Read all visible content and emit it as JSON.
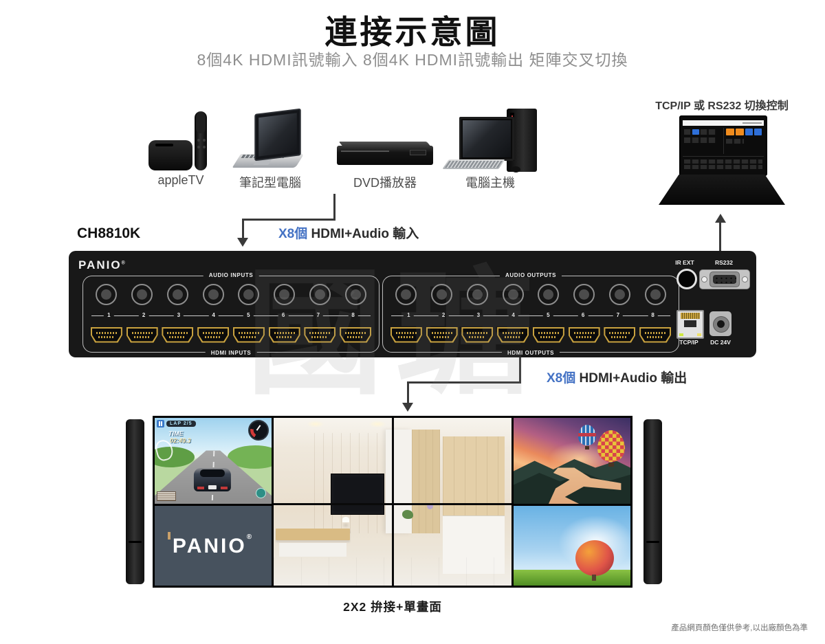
{
  "header": {
    "title": "連接示意圖",
    "subtitle": "8個4K HDMI訊號輸入 8個4K HDMI訊號輸出 矩陣交叉切換"
  },
  "sources": {
    "apple_tv": "appleTV",
    "laptop": "筆記型電腦",
    "dvd_player": "DVD播放器",
    "desktop_pc": "電腦主機"
  },
  "control": {
    "label": "TCP/IP 或 RS232 切換控制"
  },
  "annotations": {
    "model": "CH8810K",
    "input_highlight": "X8個",
    "input_text": " HDMI+Audio 輸入",
    "output_highlight": "X8個",
    "output_text": " HDMI+Audio 輸出"
  },
  "device": {
    "brand": "PANIO",
    "brand_mark": "®",
    "inputs": {
      "audio_label": "AUDIO INPUTS",
      "hdmi_label": "HDMI INPUTS",
      "ports": [
        "1",
        "2",
        "3",
        "4",
        "5",
        "6",
        "7",
        "8"
      ]
    },
    "outputs": {
      "audio_label": "AUDIO OUTPUTS",
      "hdmi_label": "HDMI OUTPUTS",
      "ports": [
        "1",
        "2",
        "3",
        "4",
        "5",
        "6",
        "7",
        "8"
      ]
    },
    "rear": {
      "ir_label": "IR EXT",
      "rs232_label": "RS232",
      "tcpip_label": "TCP/IP",
      "dc_label": "DC 24V"
    }
  },
  "wall": {
    "caption": "2X2 拚接+單畫面",
    "logo": "PANIO",
    "logo_mark": "®",
    "game_hud": {
      "lap": "LAP 2/5",
      "time_label": "TIME",
      "time_value": "02:49.3"
    }
  },
  "watermark": "國瑭",
  "footer": {
    "disclaimer": "產品網頁顏色僅供參考,以出廠顏色為準"
  },
  "colors": {
    "accent_blue": "#4472C4",
    "device_black": "#181818",
    "hdmi_gold": "#C9A23F",
    "logo_panel_slate": "#47525E",
    "control_button_orange": "#F08C1E",
    "control_button_blue": "#2E6FD8"
  }
}
